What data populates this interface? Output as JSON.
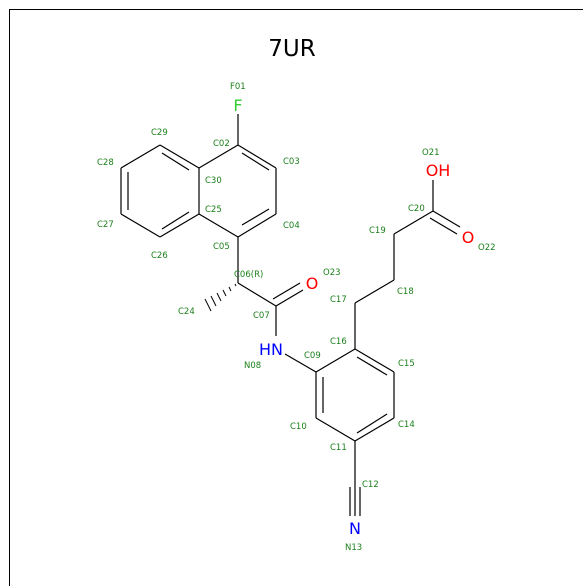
{
  "title": "7UR",
  "colors": {
    "bond": "#000000",
    "carbon_label": "#1a7f1a",
    "fluorine": "#33cc33",
    "oxygen": "#ff0000",
    "nitrogen": "#0000ff",
    "frame": "#000000"
  },
  "atoms": {
    "F": "F",
    "OH": "OH",
    "O_carbonyl_acid": "O",
    "O_amide": "O",
    "NH": "HN",
    "N_nitrile": "N"
  },
  "labels": {
    "F01": "F01",
    "C02": "C02",
    "C03": "C03",
    "C04": "C04",
    "C05": "C05",
    "C06": "C06(R)",
    "C07": "C07",
    "N08": "N08",
    "C09": "C09",
    "C10": "C10",
    "C11": "C11",
    "C12": "C12",
    "N13": "N13",
    "C14": "C14",
    "C15": "C15",
    "C16": "C16",
    "C17": "C17",
    "C18": "C18",
    "C19": "C19",
    "C20": "C20",
    "O21": "O21",
    "O22": "O22",
    "O23": "O23",
    "C24": "C24",
    "C25": "C25",
    "C26": "C26",
    "C27": "C27",
    "C28": "C28",
    "C29": "C29",
    "C30": "C30"
  }
}
